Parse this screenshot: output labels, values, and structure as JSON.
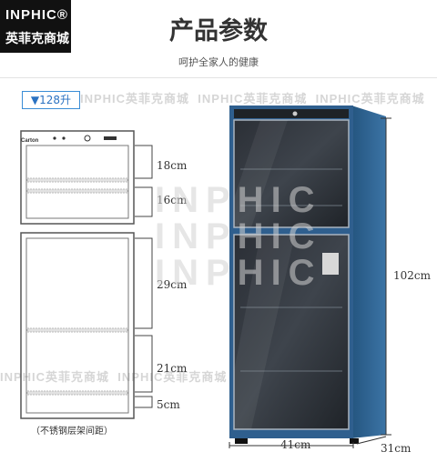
{
  "brand": {
    "name": "INPHIC®",
    "sub": "英菲克商城"
  },
  "header": {
    "title": "产品参数",
    "subtitle": "呵护全家人的健康"
  },
  "capacity": "▼128升",
  "watermark": {
    "text": "INPHIC英菲克商城",
    "big": "INPHIC"
  },
  "diagram": {
    "panel_label": "Carton",
    "shelf_dims": [
      "18cm",
      "16cm",
      "29cm",
      "21cm",
      "5cm"
    ],
    "note": "（不锈钢层架间距）"
  },
  "product": {
    "height": "102cm",
    "width": "41cm",
    "depth": "31cm"
  },
  "colors": {
    "cabinet": "#2f5f8e",
    "cabinet_dark": "#1f3f60",
    "accent": "#2a72c2"
  }
}
